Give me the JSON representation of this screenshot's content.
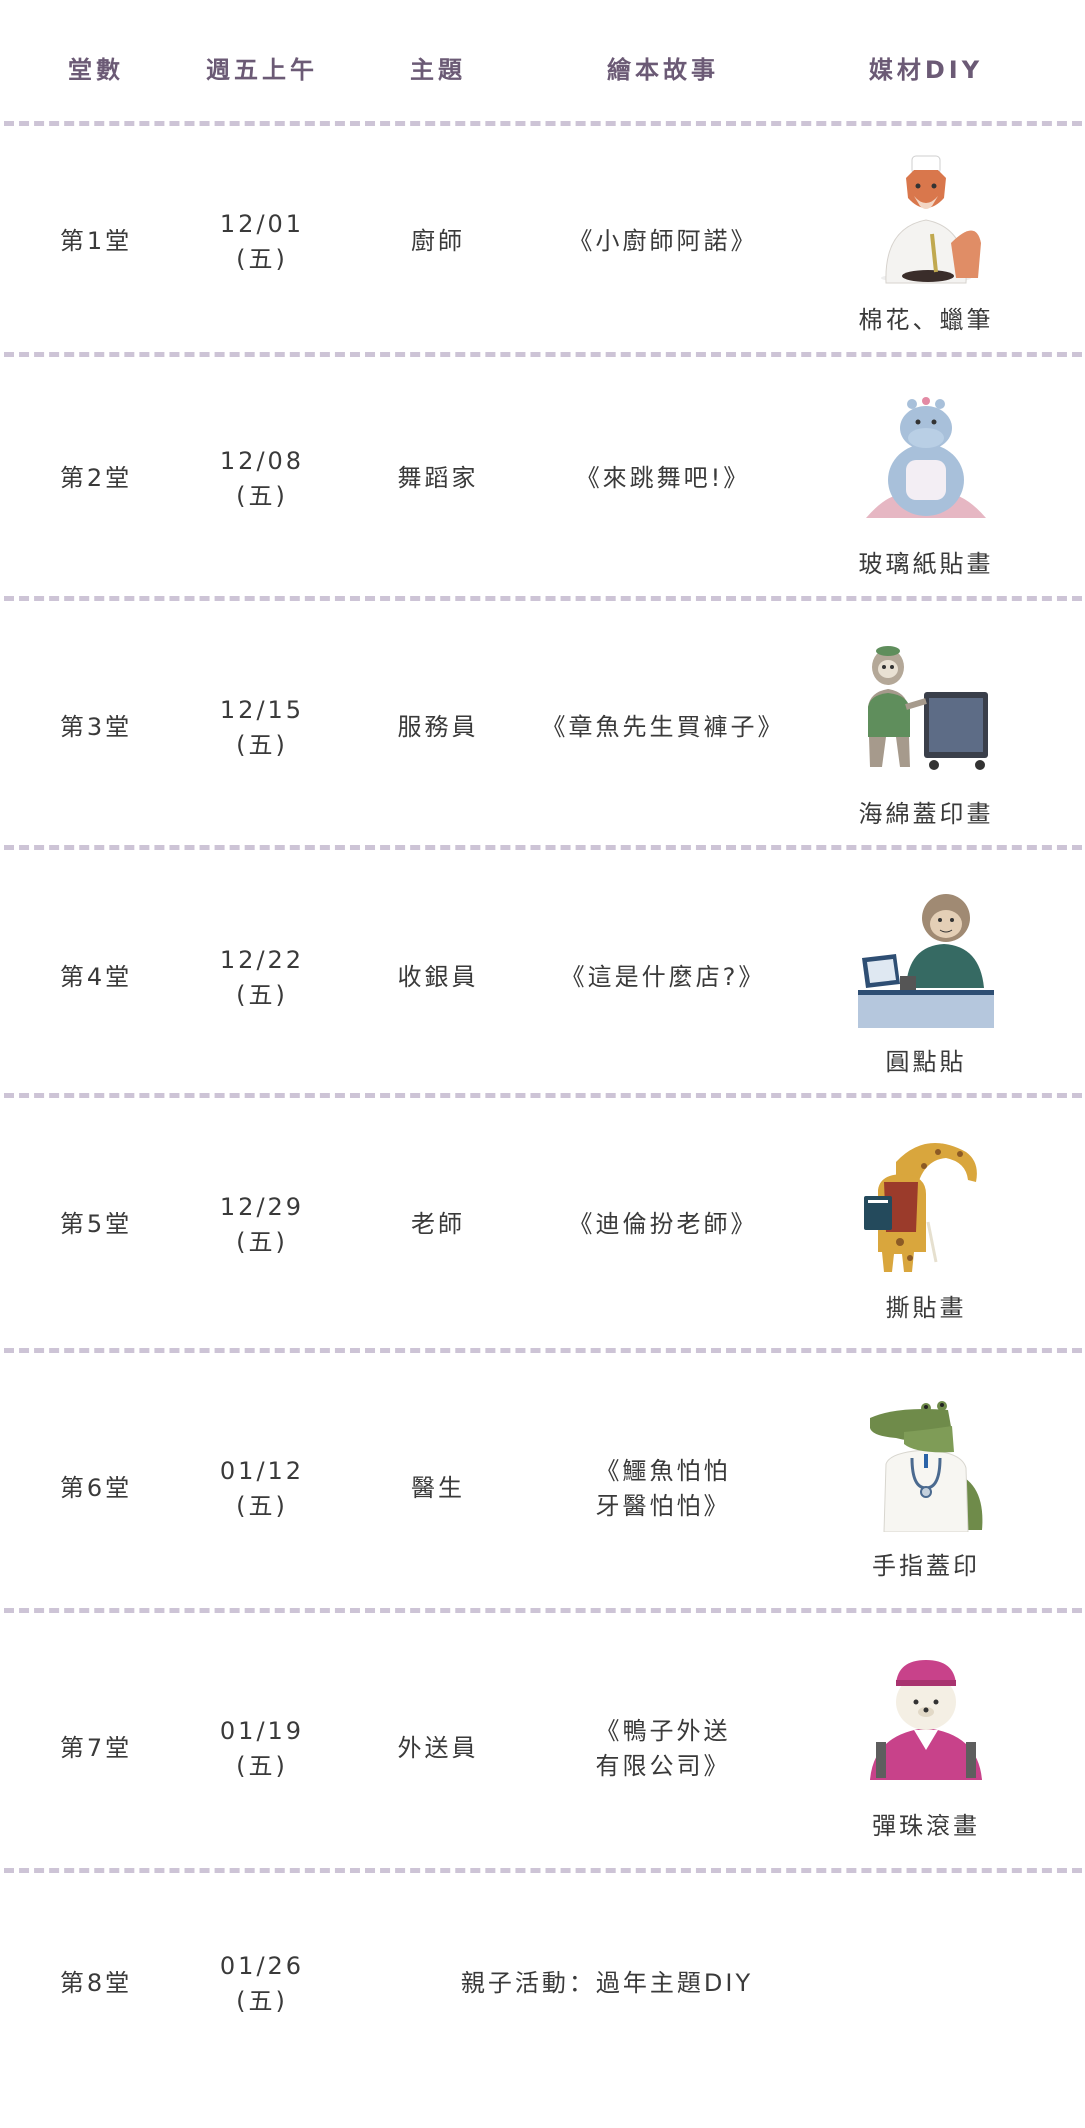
{
  "header": {
    "session": "堂數",
    "date": "週五上午",
    "theme": "主題",
    "book": "繪本故事",
    "diy": "媒材DIY"
  },
  "rows": [
    {
      "session": "第1堂",
      "date": "12/01",
      "weekday": "(五)",
      "theme": "廚師",
      "book_1": "《小廚師阿諾》",
      "book_2": "",
      "diy": "棉花、蠟筆",
      "illustration": "fox-chef"
    },
    {
      "session": "第2堂",
      "date": "12/08",
      "weekday": "(五)",
      "theme": "舞蹈家",
      "book_1": "《來跳舞吧!》",
      "book_2": "",
      "diy": "玻璃紙貼畫",
      "illustration": "hippo-dancer"
    },
    {
      "session": "第3堂",
      "date": "12/15",
      "weekday": "(五)",
      "theme": "服務員",
      "book_1": "《章魚先生買褲子》",
      "book_2": "",
      "diy": "海綿蓋印畫",
      "illustration": "sloth-waiter"
    },
    {
      "session": "第4堂",
      "date": "12/22",
      "weekday": "(五)",
      "theme": "收銀員",
      "book_1": "《這是什麼店?》",
      "book_2": "",
      "diy": "圓點貼",
      "illustration": "monkey-cashier"
    },
    {
      "session": "第5堂",
      "date": "12/29",
      "weekday": "(五)",
      "theme": "老師",
      "book_1": "《迪倫扮老師》",
      "book_2": "",
      "diy": "撕貼畫",
      "illustration": "giraffe-teacher"
    },
    {
      "session": "第6堂",
      "date": "01/12",
      "weekday": "(五)",
      "theme": "醫生",
      "book_1": "《鱷魚怕怕",
      "book_2": "牙醫怕怕》",
      "diy": "手指蓋印",
      "illustration": "crocodile-doctor"
    },
    {
      "session": "第7堂",
      "date": "01/19",
      "weekday": "(五)",
      "theme": "外送員",
      "book_1": "《鴨子外送",
      "book_2": "有限公司》",
      "diy": "彈珠滾畫",
      "illustration": "bear-delivery"
    }
  ],
  "last_row": {
    "session": "第8堂",
    "date": "01/26",
    "weekday": "(五)",
    "activity": "親子活動：過年主題DIY"
  },
  "colors": {
    "header_text": "#6b5a75",
    "divider": "#cdc4d6",
    "body_text": "#3a3a3a"
  }
}
